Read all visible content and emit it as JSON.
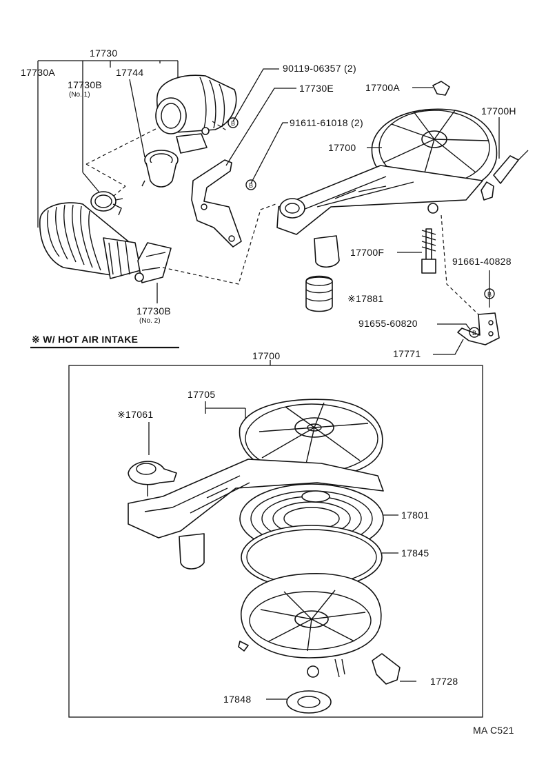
{
  "labels": {
    "p17730": "17730",
    "p17730A": "17730A",
    "p17744": "17744",
    "p17730B_1": "17730B",
    "p17730B_1_note": "(No. 1)",
    "p90119": "90119-06357 (2)",
    "p17730E": "17730E",
    "p17700A": "17700A",
    "p17700H": "17700H",
    "p91611": "91611-61018 (2)",
    "p17700_top": "17700",
    "p17700F": "17700F",
    "p91661": "91661-40828",
    "p17881": "※17881",
    "p91655": "91655-60820",
    "p17771": "17771",
    "p17730B_2": "17730B",
    "p17730B_2_note": "(No. 2)",
    "hot_air": "※ W/ HOT AIR INTAKE",
    "p17700_box": "17700",
    "p17705": "17705",
    "p17061": "※17061",
    "p17801": "17801",
    "p17845": "17845",
    "p17728": "17728",
    "p17848": "17848",
    "catalog_code": "MA C521"
  },
  "callout_marker": "B"
}
